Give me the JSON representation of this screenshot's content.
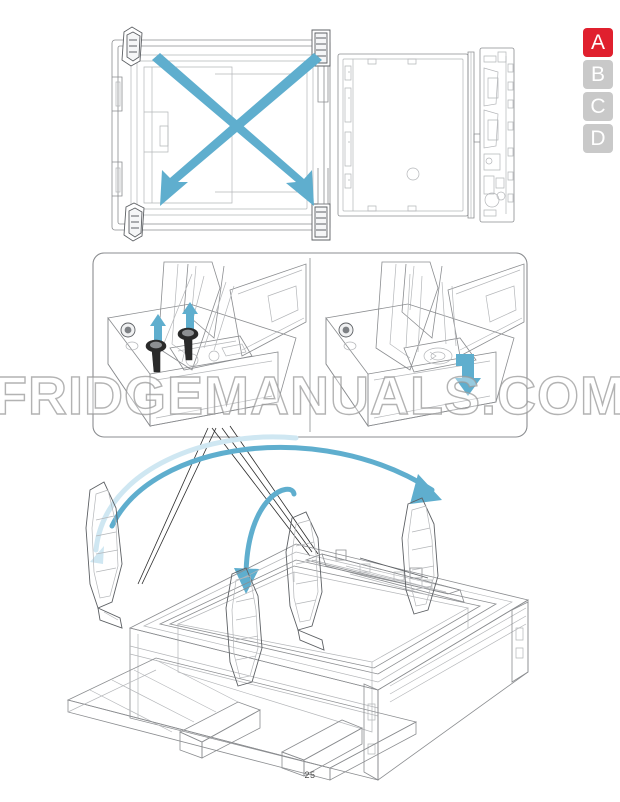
{
  "page": {
    "number": "25",
    "watermark": "FRIDGEMANUALS.COM",
    "background_color": "#ffffff"
  },
  "section_tabs": {
    "active_index": 0,
    "items": [
      {
        "label": "A",
        "active": true,
        "color": "#e0202e"
      },
      {
        "label": "B",
        "active": false,
        "color": "#c9c9c9"
      },
      {
        "label": "C",
        "active": false,
        "color": "#c9c9c9"
      },
      {
        "label": "D",
        "active": false,
        "color": "#c9c9c9"
      }
    ]
  },
  "colors": {
    "arrow_blue": "#5faece",
    "arrow_blue_light": "#cfe7f2",
    "line_art": "#8b8d90",
    "line_art_dark": "#2c2c2c",
    "tab_active": "#e0202e",
    "tab_inactive": "#c9c9c9"
  },
  "figures": [
    {
      "id": "figure-top",
      "name": "lid-top-view",
      "caption": "",
      "description": "Top view of appliance lid and control housing with two crossing directional arrows",
      "annotations": [
        {
          "type": "arrow",
          "name": "arrow-diagonal-down-left",
          "color": "#5faece",
          "direction": "down-left"
        },
        {
          "type": "arrow",
          "name": "arrow-diagonal-down-right",
          "color": "#5faece",
          "direction": "down-right"
        }
      ]
    },
    {
      "id": "figure-mid",
      "name": "hinge-detail-callout",
      "caption": "",
      "description": "Rounded callout box split into two detail views of the hinge bracket area",
      "subpanels": [
        {
          "name": "detail-left-screws",
          "annotations": [
            {
              "type": "arrow",
              "name": "arrow-screw-up-left",
              "color": "#5faece",
              "direction": "up"
            },
            {
              "type": "arrow",
              "name": "arrow-screw-up-right",
              "color": "#5faece",
              "direction": "up"
            }
          ],
          "parts": [
            {
              "name": "screw",
              "count": 2
            }
          ]
        },
        {
          "name": "detail-right-hinge",
          "annotations": [
            {
              "type": "arrow",
              "name": "arrow-hinge-seat-down",
              "color": "#5faece",
              "direction": "down"
            }
          ],
          "parts": [
            {
              "name": "hinge-pin",
              "count": 1
            }
          ]
        }
      ]
    },
    {
      "id": "figure-bottom",
      "name": "cabinet-hinge-installation",
      "caption": "",
      "description": "Chest freezer cabinet on shipping pallet with lid hinges and rotation arrows",
      "annotations": [
        {
          "type": "arrow",
          "name": "arrow-lid-rotate-large",
          "color": "#5faece",
          "direction": "clockwise"
        },
        {
          "type": "arrow",
          "name": "arrow-lid-rotate-small",
          "color": "#5faece",
          "direction": "clockwise"
        },
        {
          "type": "arrow",
          "name": "arrow-lid-rotate-ghost",
          "color": "#cfe7f2",
          "direction": "clockwise"
        }
      ],
      "parts": [
        {
          "name": "hinge-arm",
          "count": 3
        },
        {
          "name": "cabinet-body",
          "count": 1
        },
        {
          "name": "shipping-pallet",
          "count": 1
        }
      ],
      "leader_lines": 3
    }
  ]
}
